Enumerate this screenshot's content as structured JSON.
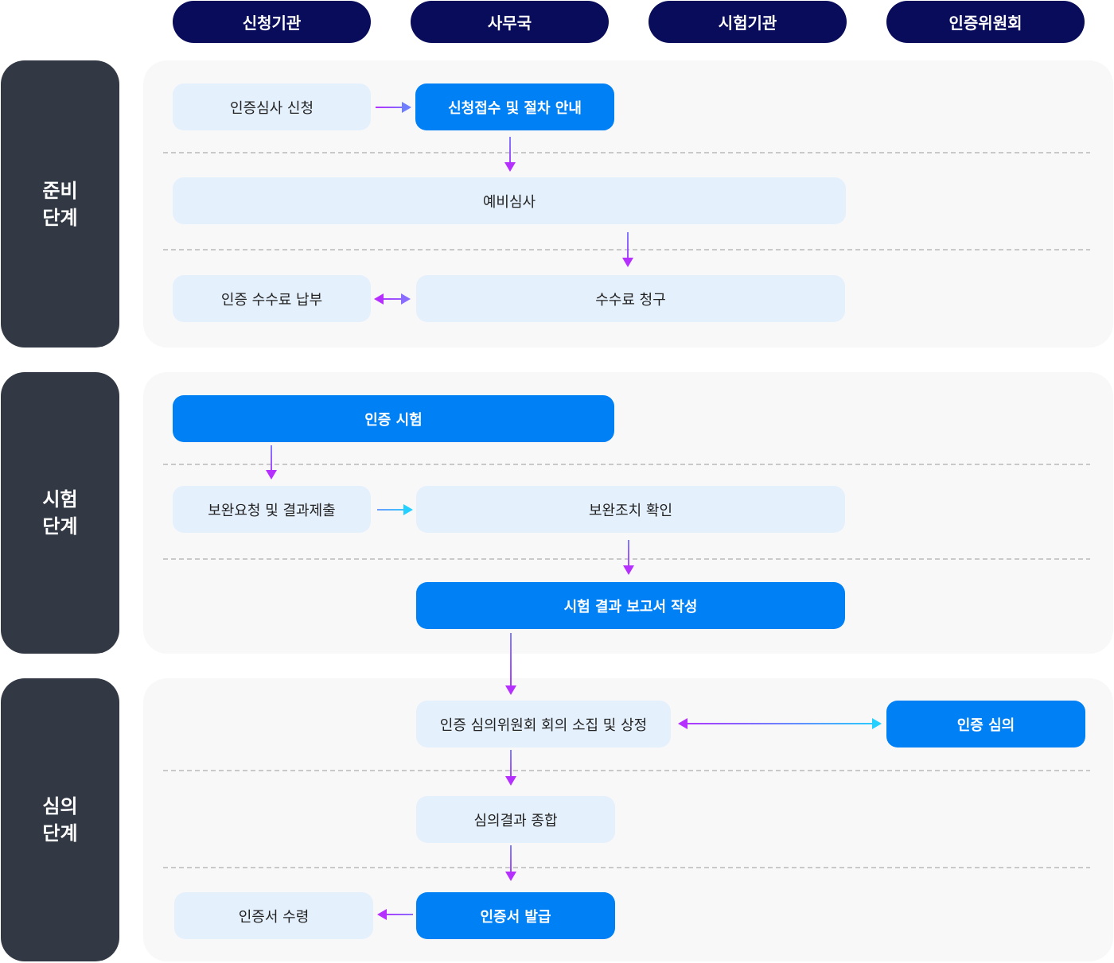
{
  "columns": [
    "신청기관",
    "사무국",
    "시험기관",
    "인증위원회"
  ],
  "stages": [
    {
      "label": "준비\n단계"
    },
    {
      "label": "시험\n단계"
    },
    {
      "label": "심의\n단계"
    }
  ],
  "steps": {
    "apply": "인증심사 신청",
    "receipt": "신청접수 및 절차 안내",
    "preliminary": "예비심사",
    "fee_payment": "인증 수수료 납부",
    "fee_billing": "수수료 청구",
    "test": "인증 시험",
    "supplement_request": "보완요청 및 결과제출",
    "supplement_check": "보완조치 확인",
    "test_report": "시험 결과 보고서 작성",
    "committee_convene": "인증 심의위원회 회의 소집 및 상정",
    "review": "인증 심의",
    "review_summary": "심의결과 종합",
    "cert_receipt": "인증서 수령",
    "cert_issue": "인증서 발급"
  },
  "colors": {
    "header": "#080c5a",
    "stage": "#323844",
    "primary": "#0080f5",
    "light": "#e5f0fd",
    "arrow_start": "#b530ff",
    "arrow_end": "#24d0ff"
  }
}
